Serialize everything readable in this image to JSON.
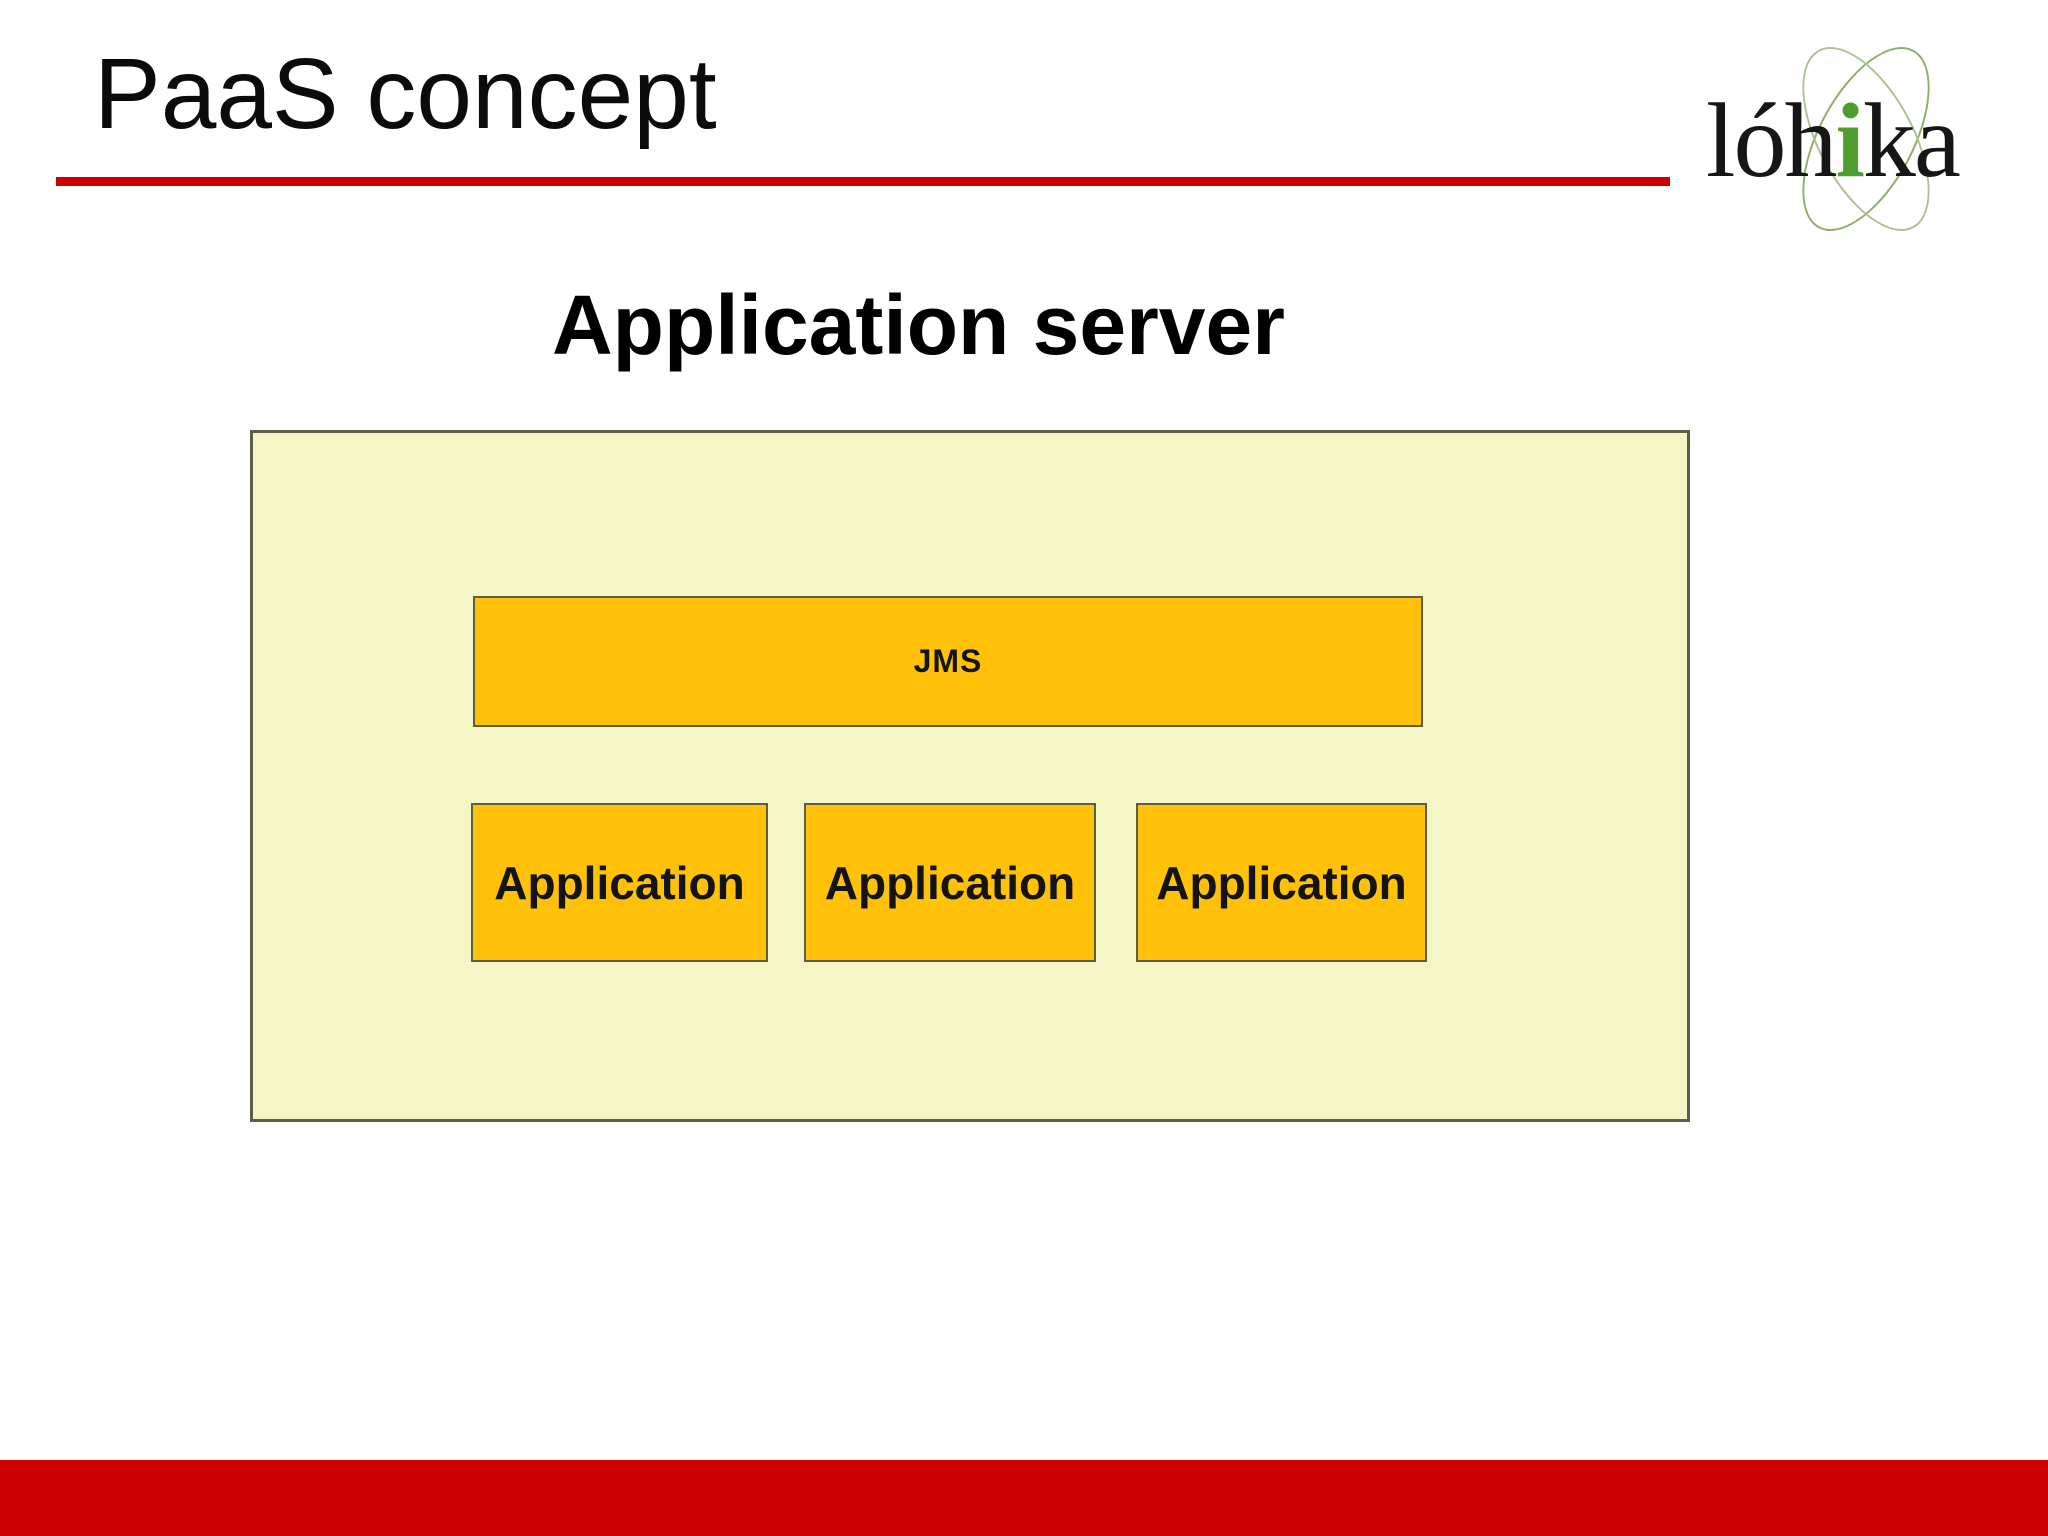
{
  "header": {
    "title": "PaaS concept",
    "logo": {
      "pre": "lóh",
      "accent": "i",
      "post": "ka"
    }
  },
  "diagram": {
    "heading": "Application server",
    "jms_label": "JMS",
    "applications": [
      "Application",
      "Application",
      "Application"
    ]
  },
  "colors": {
    "accent-red": "#CC0000",
    "box-orange": "#FFC10A",
    "server-cream": "#F5F6C6",
    "box-border": "#5E5E48",
    "logo-green": "#4D9E2F"
  }
}
